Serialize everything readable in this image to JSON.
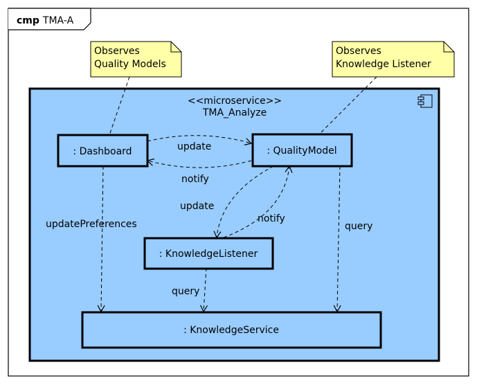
{
  "diagram": {
    "frame": {
      "keyword": "cmp",
      "name": "TMA-A"
    },
    "notes": [
      {
        "id": "note-quality",
        "lines": [
          "Observes",
          "Quality Models"
        ]
      },
      {
        "id": "note-knowledge",
        "lines": [
          "Observes",
          "Knowledge Listener"
        ]
      }
    ],
    "component": {
      "stereotype": "<<microservice>>",
      "name": "TMA_Analyze",
      "fill": "#99ccff"
    },
    "parts": [
      {
        "id": "dashboard",
        "label": ": Dashboard"
      },
      {
        "id": "quality-model",
        "label": ": QualityModel"
      },
      {
        "id": "knowledge-listener",
        "label": ": KnowledgeListener"
      },
      {
        "id": "knowledge-service",
        "label": ": KnowledgeService"
      }
    ],
    "connectors": [
      {
        "id": "dashboard-update-quality",
        "label": "update"
      },
      {
        "id": "quality-notify-dashboard",
        "label": "notify"
      },
      {
        "id": "quality-update-listener",
        "label": "update"
      },
      {
        "id": "listener-notify-quality",
        "label": "notify"
      },
      {
        "id": "dashboard-updatepreferences-service",
        "label": "updatePreferences"
      },
      {
        "id": "listener-query-service",
        "label": "query"
      },
      {
        "id": "quality-query-service",
        "label": "query"
      }
    ],
    "colors": {
      "note_fill": "#ffffa8",
      "line": "#000000",
      "background": "#ffffff"
    }
  }
}
